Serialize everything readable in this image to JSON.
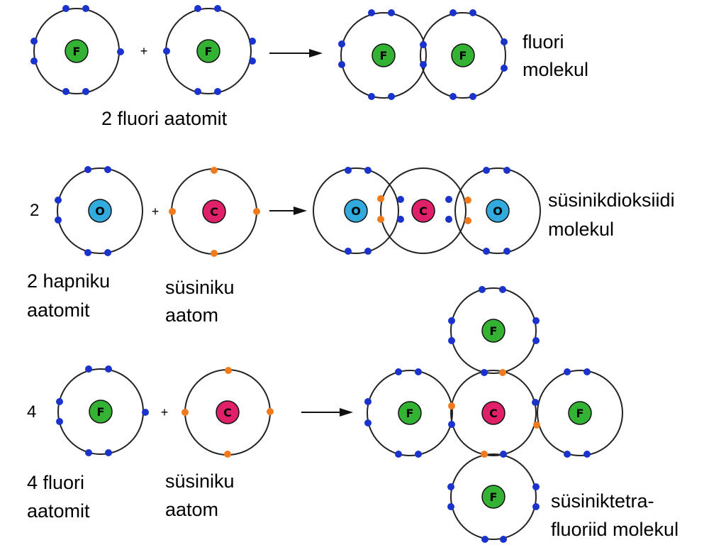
{
  "colors": {
    "fluorine": "#33b233",
    "oxygen": "#33aadd",
    "carbon": "#e0216a",
    "electron_blue": "#1a33cc",
    "electron_orange": "#f07a1c",
    "shell": "#222222"
  },
  "labels": {
    "row1_left": "2 fluori aatomit",
    "row1_right_line1": "fluori",
    "row1_right_line2": "molekul",
    "row2_left_line1": "2 hapniku",
    "row2_left_line2": "aatomit",
    "row2_mid_line1": "süsiniku",
    "row2_mid_line2": "aatom",
    "row2_right_line1": "süsinikdioksiidi",
    "row2_right_line2": "molekul",
    "row3_left_line1": "4 fluori",
    "row3_left_line2": "aatomit",
    "row3_mid_line1": "süsiniku",
    "row3_mid_line2": "aatom",
    "row3_right_line1": "süsiniktetra-",
    "row3_right_line2": "fluoriid molekul"
  },
  "coefficients": {
    "row2": "2",
    "row3": "4"
  },
  "symbols": {
    "fluorine": "F",
    "oxygen": "O",
    "carbon": "C",
    "plus": "+"
  }
}
